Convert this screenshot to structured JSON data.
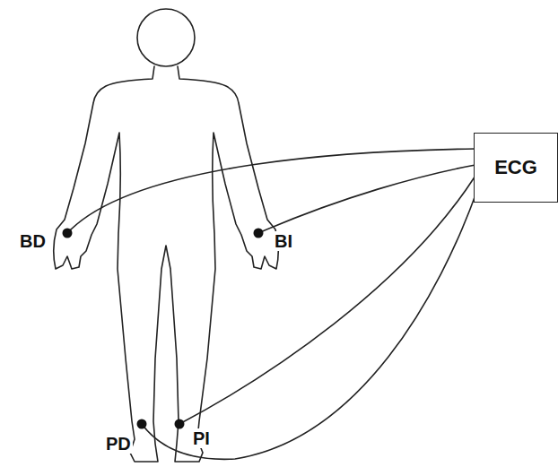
{
  "diagram": {
    "nodes": [
      {
        "text": [
          "ECG"
        ]
      }
    ],
    "labels": [
      "BD",
      "BI",
      "PD",
      "PI"
    ]
  }
}
